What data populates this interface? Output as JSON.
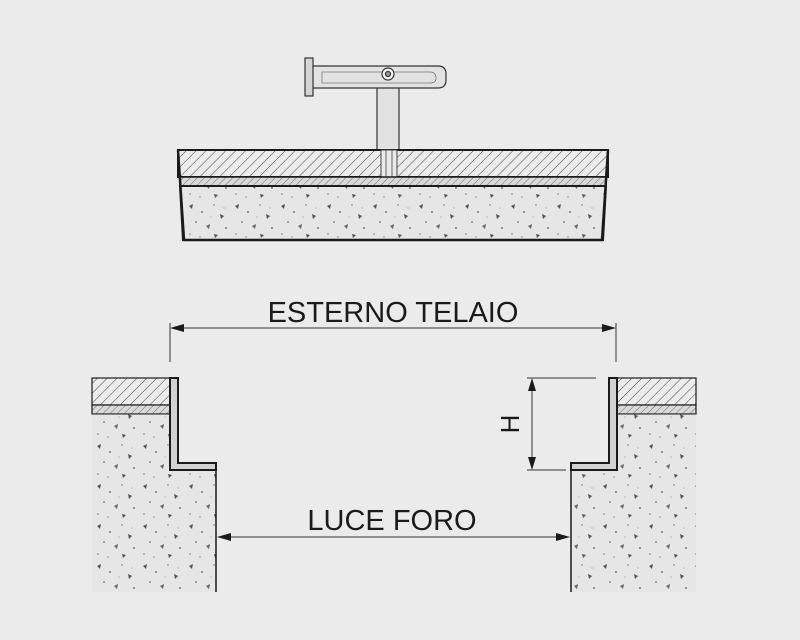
{
  "diagram": {
    "labels": {
      "outer_frame": "ESTERNO TELAIO",
      "opening": "LUCE FORO",
      "height": "H"
    },
    "colors": {
      "background": "#ebebeb",
      "line": "#1a1a1a",
      "concrete_fill": "#e4e4e4",
      "frame_fill": "#d8d8d8"
    },
    "icons": {
      "handle": "t-handle-lifting-key-icon"
    }
  }
}
